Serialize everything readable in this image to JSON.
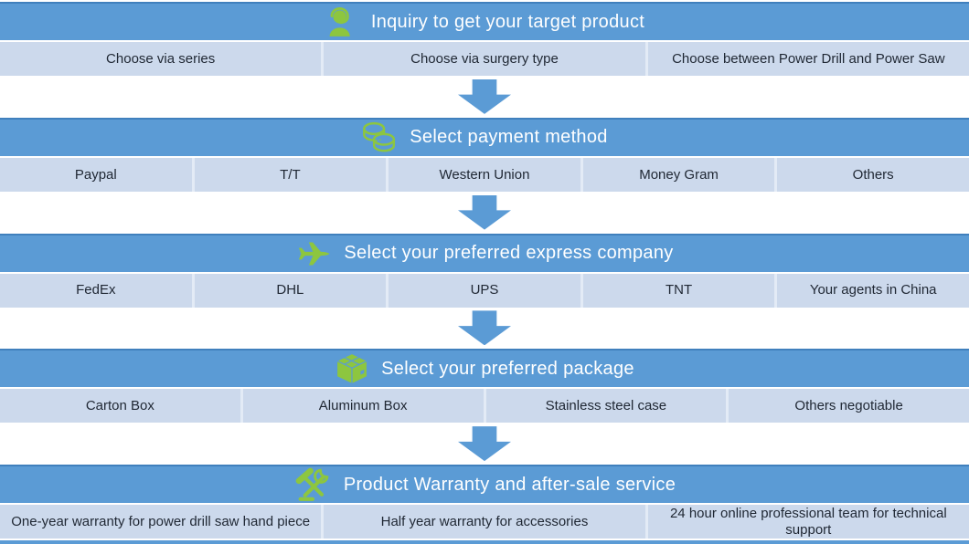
{
  "colors": {
    "header_bg": "#5b9bd5",
    "header_top_border": "#4080bd",
    "row_bg": "#ccd9ec",
    "cell_divider": "#e3ebf6",
    "arrow": "#5b9bd5",
    "icon_green": "#8dc63f",
    "header_text": "#ffffff",
    "cell_text": "#1f2733"
  },
  "sections": [
    {
      "icon": "support-agent-icon",
      "title": "Inquiry to get your target product",
      "options": [
        "Choose via series",
        "Choose via surgery type",
        "Choose  between  Power Drill and Power Saw"
      ]
    },
    {
      "icon": "coins-icon",
      "title": "Select payment method",
      "options": [
        "Paypal",
        "T/T",
        "Western Union",
        "Money Gram",
        "Others"
      ]
    },
    {
      "icon": "airplane-icon",
      "title": "Select your preferred express company",
      "options": [
        "FedEx",
        "DHL",
        "UPS",
        "TNT",
        "Your agents in  China"
      ]
    },
    {
      "icon": "package-box-icon",
      "title": "Select your preferred package",
      "options": [
        "Carton Box",
        "Aluminum Box",
        "Stainless steel case",
        "Others negotiable"
      ]
    },
    {
      "icon": "tools-icon",
      "title": "Product Warranty and after-sale service",
      "options": [
        "One-year warranty for power drill saw hand piece",
        "Half year warranty for accessories",
        "24 hour online  professional team for technical support"
      ]
    }
  ]
}
